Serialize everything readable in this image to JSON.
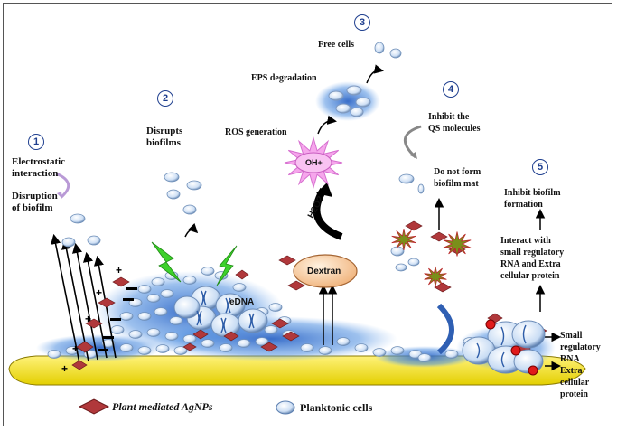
{
  "steps": [
    {
      "number": "1",
      "lines": [
        "Electrostatic",
        "interaction"
      ],
      "sub": [
        "Disruption",
        "of biofilm"
      ]
    },
    {
      "number": "2",
      "lines": [
        "Disrupts",
        "biofilms"
      ]
    },
    {
      "number": "3",
      "lines": [
        "Free cells"
      ],
      "sub": [
        "EPS degradation"
      ],
      "extra": [
        "ROS generation"
      ]
    },
    {
      "number": "4",
      "lines": [
        "Inhibit the",
        "QS molecules"
      ],
      "sub": [
        "Do not form",
        "biofilm mat"
      ]
    },
    {
      "number": "5",
      "lines": [
        "Inhibit biofilm",
        "formation"
      ],
      "sub": [
        "Interact with",
        "small regulatory",
        "RNA and Extra",
        "cellular protein"
      ]
    }
  ],
  "labels": {
    "edna": "eDNA",
    "dextran": "Dextran",
    "h2o2": "H2O2",
    "ohplus": "OH+",
    "small_rna": [
      "Small",
      "regulatory",
      "RNA"
    ],
    "extra_protein": [
      "Extra",
      "cellular",
      "protein"
    ]
  },
  "legend": {
    "agnps": "Plant mediated AgNPs",
    "planktonic": "Planktonic cells"
  },
  "colors": {
    "substrate": "#f2e320",
    "biofilm_glow": "#3a7bd5",
    "nanoparticle": "#b0383b",
    "cell": "#dbe8f8",
    "ros": "#f4a0e8",
    "lightning": "#3dd12a",
    "dextran": "#f6c79b"
  }
}
